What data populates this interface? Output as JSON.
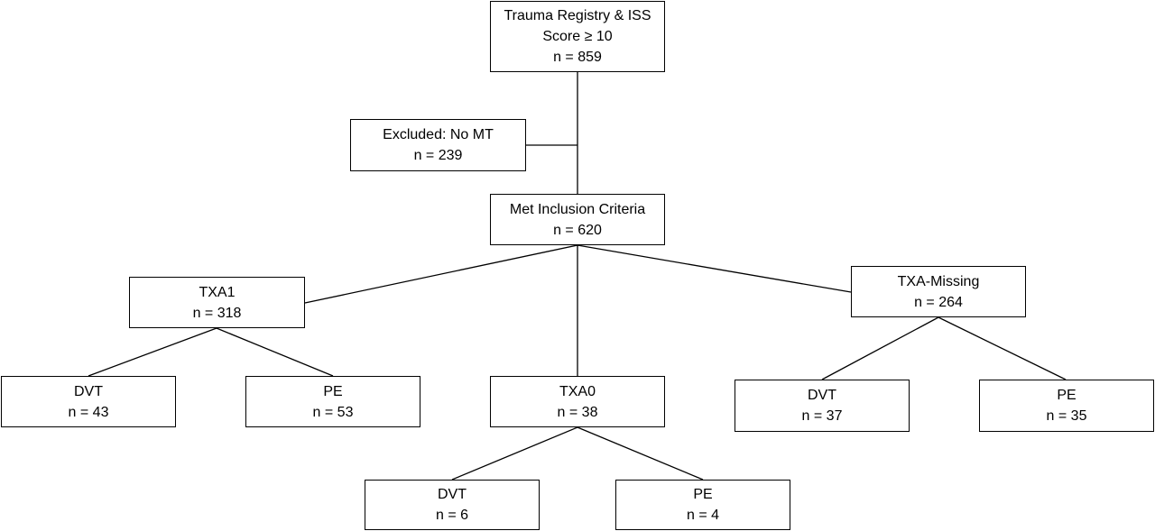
{
  "nodes": {
    "registry": {
      "lines": [
        "Trauma Registry & ISS",
        "Score ≥ 10",
        "n = 859"
      ]
    },
    "excluded": {
      "lines": [
        "Excluded: No MT",
        "n = 239"
      ]
    },
    "inclusion": {
      "lines": [
        "Met Inclusion Criteria",
        "n = 620"
      ]
    },
    "txa1": {
      "lines": [
        "TXA1",
        "n = 318"
      ]
    },
    "txa_missing": {
      "lines": [
        "TXA-Missing",
        "n = 264"
      ]
    },
    "txa0": {
      "lines": [
        "TXA0",
        "n = 38"
      ]
    },
    "txa1_dvt": {
      "lines": [
        "DVT",
        "n = 43"
      ]
    },
    "txa1_pe": {
      "lines": [
        "PE",
        "n = 53"
      ]
    },
    "missing_dvt": {
      "lines": [
        "DVT",
        "n = 37"
      ]
    },
    "missing_pe": {
      "lines": [
        "PE",
        "n = 35"
      ]
    },
    "txa0_dvt": {
      "lines": [
        "DVT",
        "n = 6"
      ]
    },
    "txa0_pe": {
      "lines": [
        "PE",
        "n = 4"
      ]
    }
  }
}
